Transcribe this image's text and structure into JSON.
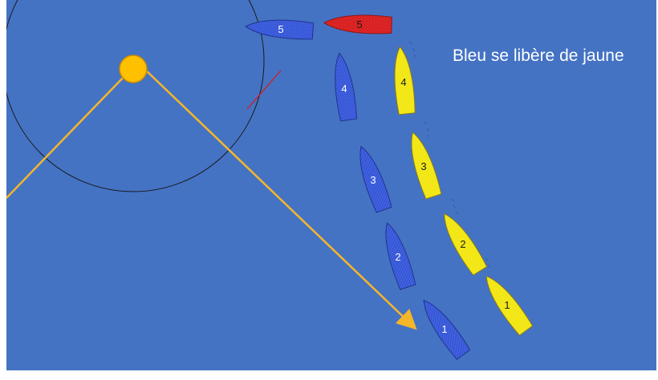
{
  "caption": "Bleu se libère de jaune",
  "colors": {
    "water": "#4473c4",
    "mark": "#ffc000",
    "zone_circle": "#1a1a1a",
    "blue_boat": "#3355d8",
    "yellow_boat": "#f2e60e",
    "red_boat": "#d81a1a",
    "course_line": "#f5b62a"
  },
  "boats": {
    "blue": [
      {
        "label": "1"
      },
      {
        "label": "2"
      },
      {
        "label": "3"
      },
      {
        "label": "4"
      },
      {
        "label": "5"
      }
    ],
    "yellow": [
      {
        "label": "1"
      },
      {
        "label": "2"
      },
      {
        "label": "3"
      },
      {
        "label": "4"
      }
    ],
    "red": [
      {
        "label": "5"
      }
    ]
  }
}
